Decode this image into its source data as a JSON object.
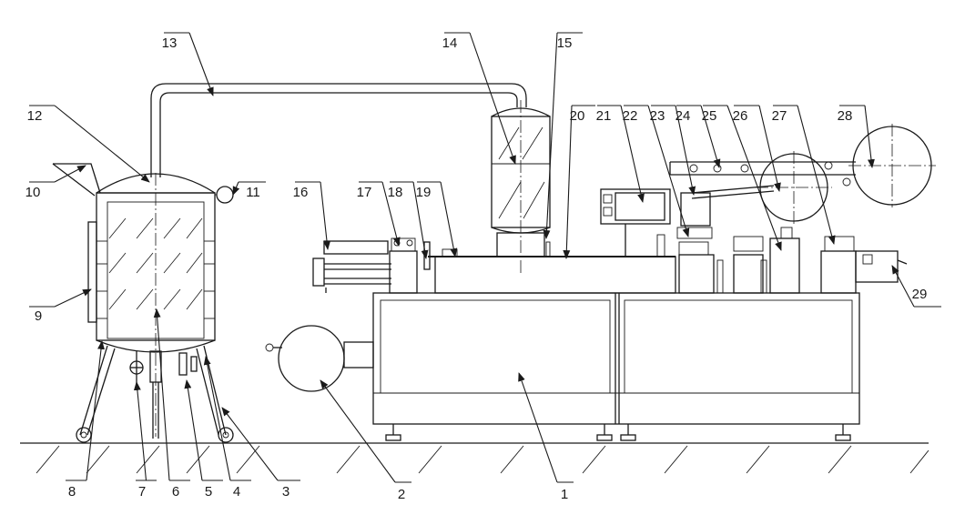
{
  "diagram": {
    "parts": [
      {
        "id": "1",
        "label": "1"
      },
      {
        "id": "2",
        "label": "2"
      },
      {
        "id": "3",
        "label": "3"
      },
      {
        "id": "4",
        "label": "4"
      },
      {
        "id": "5",
        "label": "5"
      },
      {
        "id": "6",
        "label": "6"
      },
      {
        "id": "7",
        "label": "7"
      },
      {
        "id": "8",
        "label": "8"
      },
      {
        "id": "9",
        "label": "9"
      },
      {
        "id": "10",
        "label": "10"
      },
      {
        "id": "11",
        "label": "11"
      },
      {
        "id": "12",
        "label": "12"
      },
      {
        "id": "13",
        "label": "13"
      },
      {
        "id": "14",
        "label": "14"
      },
      {
        "id": "15",
        "label": "15"
      },
      {
        "id": "16",
        "label": "16"
      },
      {
        "id": "17",
        "label": "17"
      },
      {
        "id": "18",
        "label": "18"
      },
      {
        "id": "19",
        "label": "19"
      },
      {
        "id": "20",
        "label": "20"
      },
      {
        "id": "21",
        "label": "21"
      },
      {
        "id": "22",
        "label": "22"
      },
      {
        "id": "23",
        "label": "23"
      },
      {
        "id": "24",
        "label": "24"
      },
      {
        "id": "25",
        "label": "25"
      },
      {
        "id": "26",
        "label": "26"
      },
      {
        "id": "27",
        "label": "27"
      },
      {
        "id": "28",
        "label": "28"
      },
      {
        "id": "29",
        "label": "29"
      }
    ]
  }
}
